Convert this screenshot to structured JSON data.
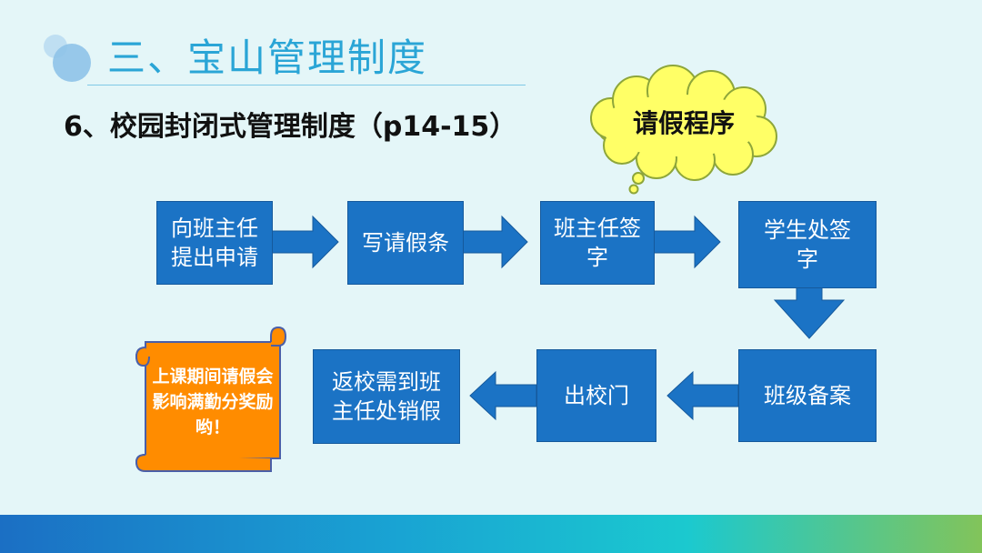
{
  "header": {
    "title": "三、宝山管理制度",
    "subtitle": "6、校园封闭式管理制度（p14-15）"
  },
  "callout": {
    "text": "请假程序"
  },
  "flow": {
    "step1": "向班主任提出申请",
    "step2": "写请假条",
    "step3": "班主任签字",
    "step4": "学生处签字",
    "step5": "班级备案",
    "step6": "出校门",
    "step7": "返校需到班主任处销假"
  },
  "note": {
    "text": "上课期间请假会影响满勤分奖励哟！"
  },
  "colors": {
    "box": "#1b73c5",
    "title": "#2aa5d6",
    "callout": "#ffff66",
    "note": "#ff8c00"
  }
}
